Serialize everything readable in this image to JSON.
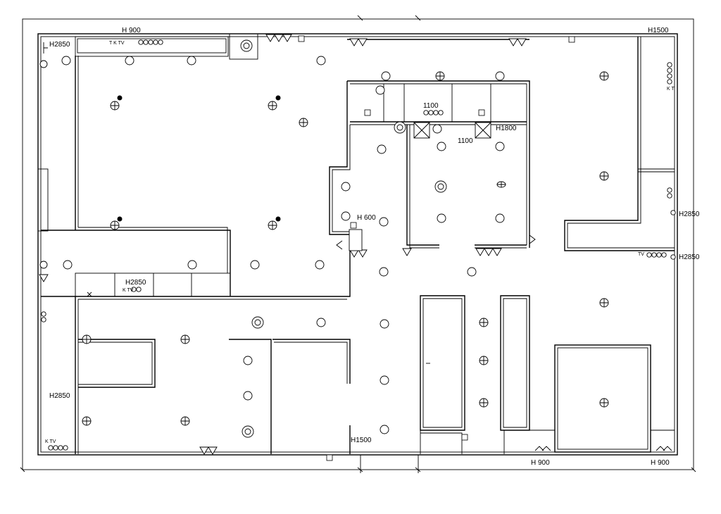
{
  "plan": {
    "labels": {
      "h900_top": "H 900",
      "h1500_top": "H1500",
      "h2850_tl": "H2850",
      "h2850_mid": "H2850",
      "h2850_bl": "H2850",
      "h1100_a": "1100",
      "h1100_b": "1100",
      "h1800": "H1800",
      "h600": "H 600",
      "h2850_r1": "H2850",
      "h2850_r2": "H2850",
      "h1500_bot": "H1500",
      "h900_br1": "H 900",
      "h900_br2": "H 900"
    },
    "socket_strings": {
      "top_left_strip": "T K TV",
      "mid_strip": "K TV",
      "right_strip": "TV",
      "bottom_left_strip": "K TV",
      "right_vertical": "K T"
    },
    "colors": {
      "line": "#000000",
      "background": "#ffffff"
    }
  }
}
